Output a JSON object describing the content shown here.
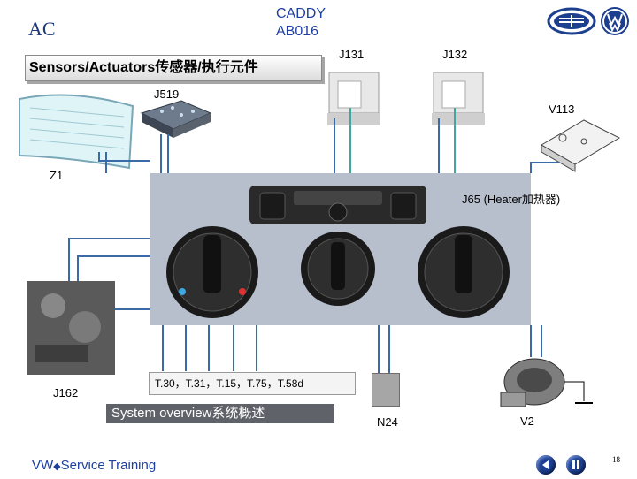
{
  "header": {
    "ac": "AC",
    "model": "CADDY",
    "code": "AB016"
  },
  "section_title": "Sensors/Actuators传感器/执行元件",
  "components": {
    "j131": "J131",
    "j132": "J132",
    "j519": "J519",
    "v113": "V113",
    "z1": "Z1",
    "j65": "J65 (Heater加热器)",
    "j162": "J162",
    "n24": "N24",
    "v2": "V2"
  },
  "terminals": "T.30，T.31，T.15，T.75，T.58d",
  "system_overview": "System overview系统概述",
  "footer": {
    "vw": "VW",
    "service": "Service Training",
    "page": "18"
  },
  "colors": {
    "wire": "#3b6aa8",
    "title_blue": "#1d3fa0",
    "panel_bg": "#b8bfcc"
  }
}
